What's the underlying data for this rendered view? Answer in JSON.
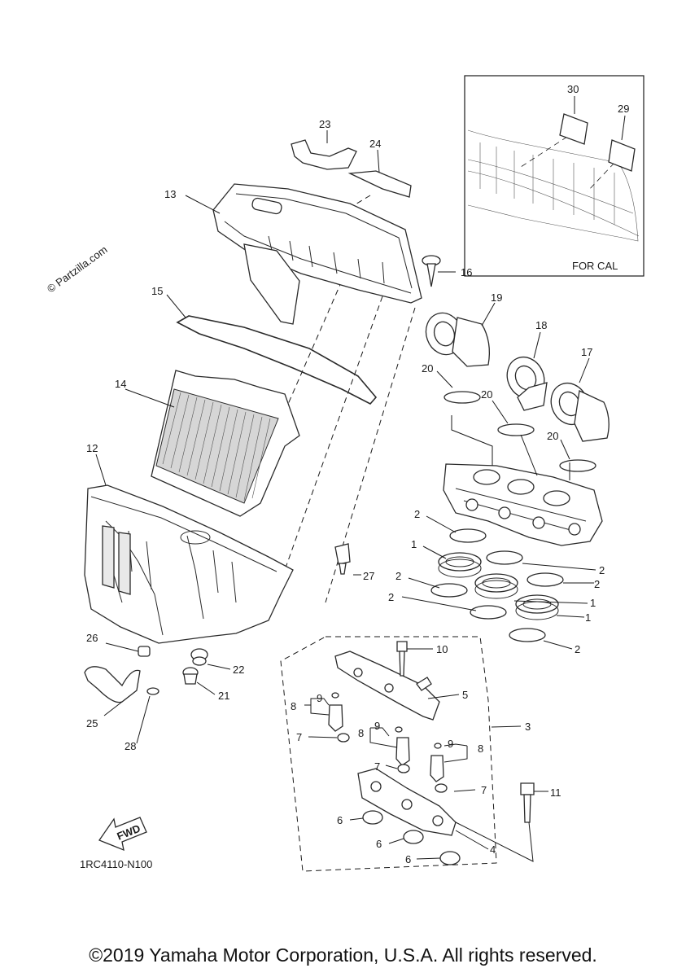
{
  "watermark": "© Partzilla.com",
  "inset_caption": "FOR CAL",
  "diagram_code": "1RC4110-N100",
  "fwd_arrow_text": "FWD",
  "copyright": "©2019 Yamaha Motor Corporation, U.S.A. All rights reserved.",
  "callouts": {
    "c1a": "1",
    "c1b": "1",
    "c1c": "1",
    "c2a": "2",
    "c2b": "2",
    "c2c": "2",
    "c2d": "2",
    "c2e": "2",
    "c2f": "2",
    "c3": "3",
    "c4": "4",
    "c5": "5",
    "c6a": "6",
    "c6b": "6",
    "c6c": "6",
    "c7a": "7",
    "c7b": "7",
    "c7c": "7",
    "c8a": "8",
    "c8b": "8",
    "c8c": "8",
    "c9a": "9",
    "c9b": "9",
    "c9c": "9",
    "c10": "10",
    "c11": "11",
    "c12": "12",
    "c13": "13",
    "c14": "14",
    "c15": "15",
    "c16": "16",
    "c17": "17",
    "c18": "18",
    "c19": "19",
    "c20a": "20",
    "c20b": "20",
    "c20c": "20",
    "c21": "21",
    "c22": "22",
    "c23": "23",
    "c24": "24",
    "c25": "25",
    "c26": "26",
    "c27": "27",
    "c28": "28",
    "c29": "29",
    "c30": "30"
  }
}
